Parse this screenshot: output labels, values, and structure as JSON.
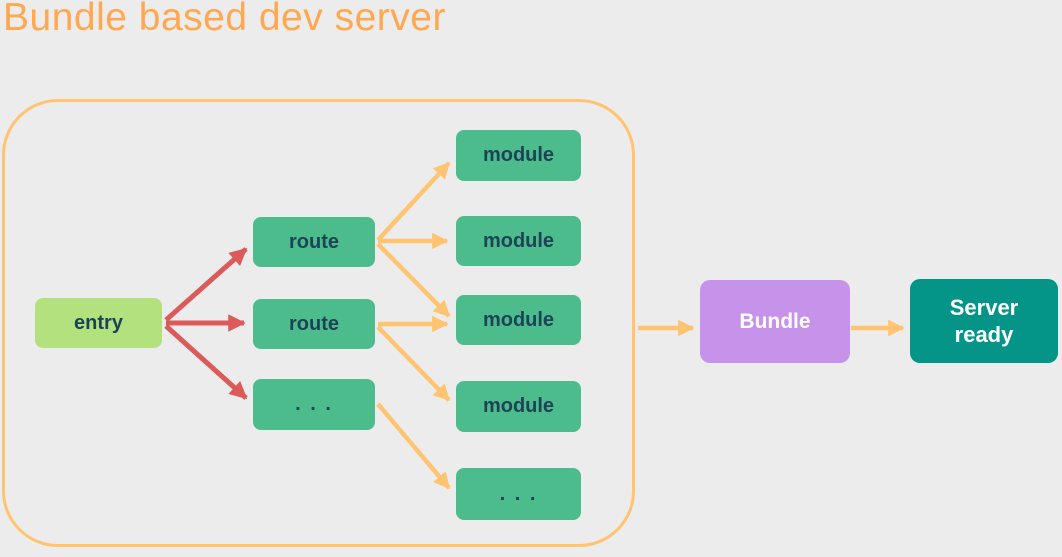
{
  "title": "Bundle based dev server",
  "colors": {
    "background": "#ECECEC",
    "title_text": "#FFA84F",
    "container_border": "#FFC472",
    "arrow_orange": "#FFC472",
    "arrow_red": "#DB5A5A",
    "node_green": "#4DBC8C",
    "node_entry_green": "#B3E17E",
    "node_bundle_purple": "#C692EA",
    "node_server_teal": "#049488",
    "node_text_dark": "#1D4456",
    "node_text_light": "#FFFFFF"
  },
  "diagram": {
    "container_name": "dev-server-container",
    "nodes": [
      {
        "id": "entry",
        "label": "entry"
      },
      {
        "id": "route-1",
        "label": "route"
      },
      {
        "id": "route-2",
        "label": "route"
      },
      {
        "id": "route-more",
        "label": ". . ."
      },
      {
        "id": "module-1",
        "label": "module"
      },
      {
        "id": "module-2",
        "label": "module"
      },
      {
        "id": "module-3",
        "label": "module"
      },
      {
        "id": "module-4",
        "label": "module"
      },
      {
        "id": "module-more",
        "label": ". . ."
      },
      {
        "id": "bundle",
        "label": "Bundle"
      },
      {
        "id": "server-ready",
        "label": "Server ready"
      }
    ],
    "edges": [
      {
        "from": "entry",
        "to": "route-1",
        "color": "red"
      },
      {
        "from": "entry",
        "to": "route-2",
        "color": "red"
      },
      {
        "from": "entry",
        "to": "route-more",
        "color": "red"
      },
      {
        "from": "route-1",
        "to": "module-1",
        "color": "orange"
      },
      {
        "from": "route-1",
        "to": "module-2",
        "color": "orange"
      },
      {
        "from": "route-1",
        "to": "module-3",
        "color": "orange"
      },
      {
        "from": "route-2",
        "to": "module-3",
        "color": "orange"
      },
      {
        "from": "route-2",
        "to": "module-4",
        "color": "orange"
      },
      {
        "from": "route-more",
        "to": "module-more",
        "color": "orange"
      },
      {
        "from": "dev-server-container",
        "to": "bundle",
        "color": "orange"
      },
      {
        "from": "bundle",
        "to": "server-ready",
        "color": "orange"
      }
    ]
  }
}
